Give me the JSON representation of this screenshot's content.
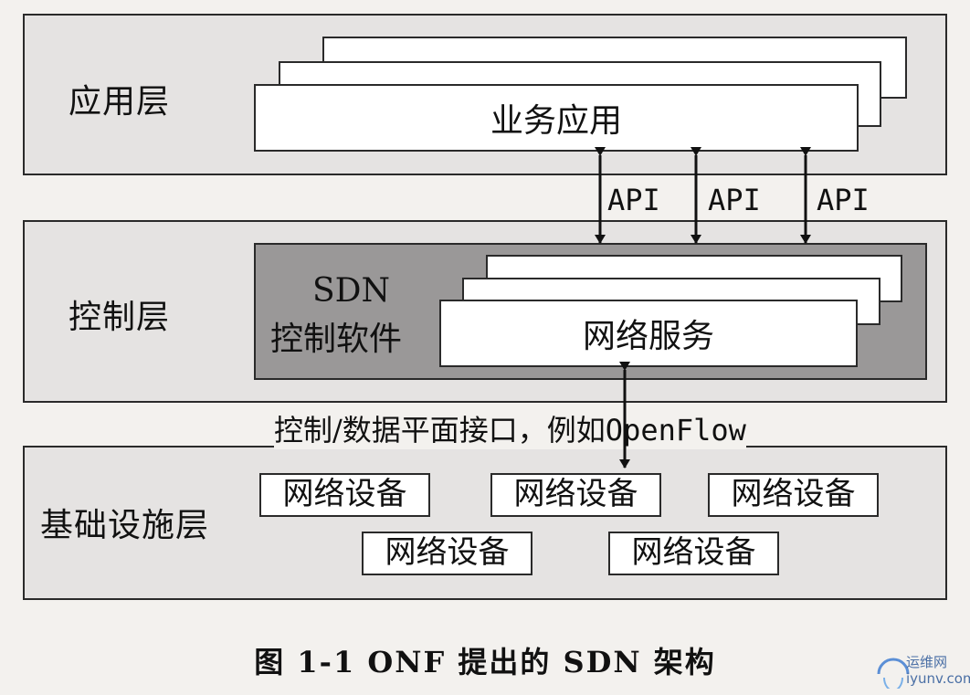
{
  "layers": {
    "application": {
      "label": "应用层",
      "card": "业务应用"
    },
    "control": {
      "label": "控制层",
      "software_line1": "SDN",
      "software_line2": "控制软件",
      "card": "网络服务"
    },
    "infrastructure": {
      "label": "基础设施层",
      "devices": [
        "网络设备",
        "网络设备",
        "网络设备",
        "网络设备",
        "网络设备"
      ]
    }
  },
  "interfaces": {
    "api": [
      "API",
      "API",
      "API"
    ],
    "southbound_prefix": "控制/数据平面接口，例如",
    "southbound_protocol": "OpenFlow"
  },
  "caption": "图 1-1   ONF 提出的 SDN 架构",
  "watermark": {
    "line1": "运维网",
    "line2": "iyunv.com"
  }
}
